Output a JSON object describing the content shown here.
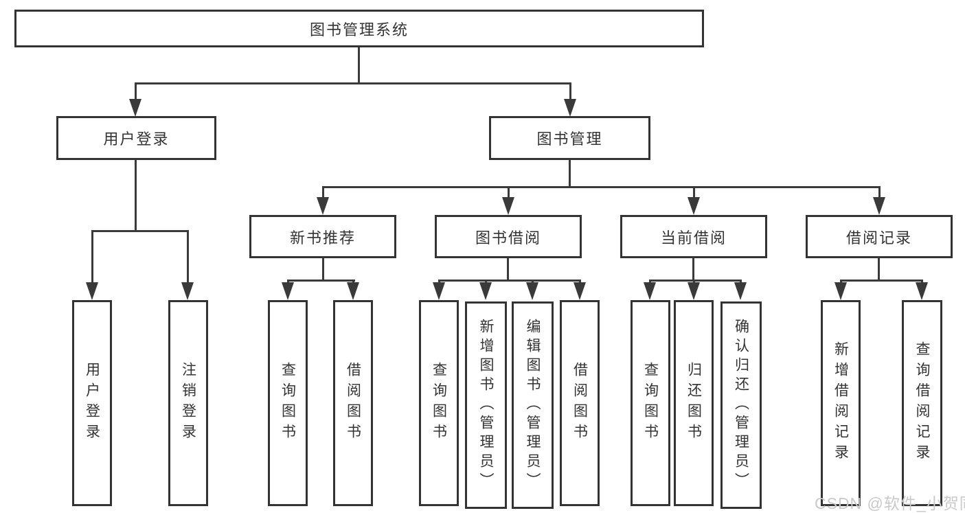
{
  "tree": {
    "label": "图书管理系统",
    "children": [
      {
        "label": "用户登录",
        "children": [
          {
            "label": "用户登录"
          },
          {
            "label": "注销登录"
          }
        ]
      },
      {
        "label": "图书管理",
        "children": [
          {
            "label": "新书推荐",
            "children": [
              {
                "label": "查询图书"
              },
              {
                "label": "借阅图书"
              }
            ]
          },
          {
            "label": "图书借阅",
            "children": [
              {
                "label": "查询图书"
              },
              {
                "label": "新增图书（管理员）"
              },
              {
                "label": "编辑图书（管理员）"
              },
              {
                "label": "借阅图书"
              }
            ]
          },
          {
            "label": "当前借阅",
            "children": [
              {
                "label": "查询图书"
              },
              {
                "label": "归还图书"
              },
              {
                "label": "确认归还（管理员）"
              }
            ]
          },
          {
            "label": "借阅记录",
            "children": [
              {
                "label": "新增借阅记录"
              },
              {
                "label": "查询借阅记录"
              }
            ]
          }
        ]
      }
    ]
  },
  "watermark": {
    "text": "CSDN @软件_小贺同学",
    "color": "#c9c9c9"
  },
  "colors": {
    "line": "#3a3a3a",
    "box_border": "#333333",
    "text": "#333333",
    "background": "#ffffff"
  }
}
